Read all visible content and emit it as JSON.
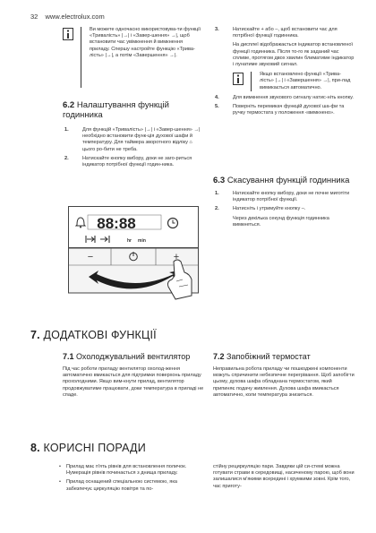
{
  "header": {
    "page_number": "32",
    "website": "www.electrolux.com"
  },
  "left_info_box": "Ви можете одночасно використовува-ти функції «Тривалість» |→| і «Завер-шення» →|, щоб встановити час увімкнення й вимкнення приладу. Спершу настройте функцію «Трива-лість» |→|, а потім «Завершення» →|.",
  "section_6_2": {
    "number": "6.2",
    "title": "Налаштування функцій годинника",
    "steps": [
      {
        "num": "1.",
        "text": "Для функцій «Тривалість» |→| і «Завер-шення» →| необхідно встановити функ-ція духової шафи й температуру. Для таймера зворотного відліку ⌂ цього ро-бити не треба."
      },
      {
        "num": "2.",
        "text": "Натискайте кнопку вибору, доки не заго-риться індикатор потрібної функції годин-ника."
      },
      {
        "num": "3.",
        "text": "Натискайте + або –, щоб встановити час для потрібної функції годинника."
      }
    ],
    "step3_note": "На дисплеї відображається індикатор встановленої функції годинника. Після то-го як заданий час спливе, протягом двох хвилин блиматиме індикатор і лунатиме звуковий сигнал.",
    "right_info_box": "Якщо встановлено функції «Трива-лість» |→| і «Завершення» →|, при-лад вимикається автоматично.",
    "steps_more": [
      {
        "num": "4.",
        "text": "Для вимкнення звукового сигналу натис-ніть кнопку."
      },
      {
        "num": "5.",
        "text": "Поверніть перемикач функцій духової ша-фи та ручку термостата у положення «вимкнено»."
      }
    ]
  },
  "display_panel": {
    "digits": "88:88",
    "hr_label": "hr",
    "min_label": "min",
    "minus_label": "−",
    "plus_label": "+"
  },
  "section_6_3": {
    "number": "6.3",
    "title": "Скасування функцій годинника",
    "steps": [
      {
        "num": "1.",
        "text": "Натискайте кнопку вибору, доки не почне миготіти індикатор потрібної функції."
      },
      {
        "num": "2.",
        "text": "Натисніть і утримуйте кнопку –."
      }
    ],
    "after": "Через декілька секунд функція годинника вимкнеться."
  },
  "section_7": {
    "number": "7.",
    "title": "ДОДАТКОВІ ФУНКЦІЇ",
    "sub1": {
      "number": "7.1",
      "title": "Охолоджувальний вентилятор",
      "text": "Під час роботи приладу вентилятор охолод-ження автоматично вмикається для підтримки поверхонь приладу прохолодними. Якщо вим-кнути прилад, вентилятор продовжуватиме працювати, доки температура в приладі не спаде."
    },
    "sub2": {
      "number": "7.2",
      "title": "Запобіжний термостат",
      "text": "Неправильна робота приладу чи пошкоджені компоненти можуть спричинити небезпечне перегрівання. Щоб запобігти цьому, духова шафа обладнана термостатом, який припиняє подачу живлення. Духова шафа вмикається автоматично, коли температура знизиться."
    }
  },
  "section_8": {
    "number": "8.",
    "title": "КОРИСНІ ПОРАДИ",
    "bullets": [
      "Прилад має п'ять рівнів для встановлення поличок. Нумерація рівнів починається з днища приладу.",
      "Прилад оснащений спеціальною системою, яка забезпечує циркуляцію повітря та по-"
    ],
    "right_text": "стійну рециркуляцію пари. Завдяки цій си-стемі можна готувати страви в середовищі, насиченому парою, щоб вони залишалися м'якими всередині і хрумкими зовні. Крім того, час приготу-"
  }
}
